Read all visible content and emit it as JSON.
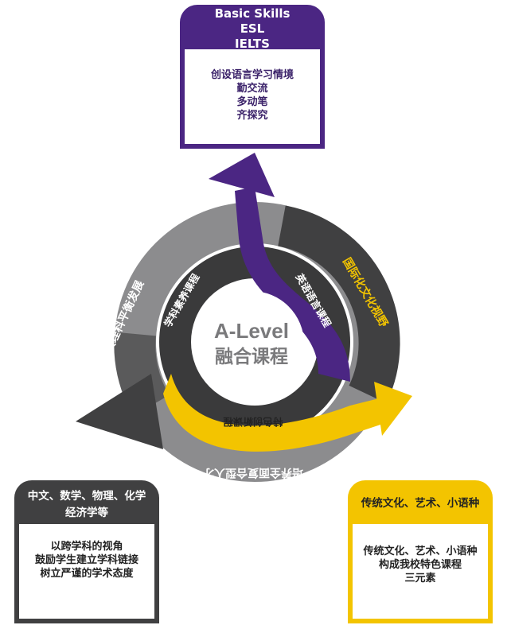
{
  "center": {
    "line1": "A-Level",
    "line2": "融合课程"
  },
  "top_box": {
    "header": [
      "Basic Skills",
      "ESL",
      "IELTS"
    ],
    "body": [
      "创设语言学习情境",
      "勤交流",
      "多动笔",
      "齐探究"
    ]
  },
  "left_box": {
    "header": [
      "中文、数学、物理、化学",
      "经济学等"
    ],
    "body": [
      "以跨学科的视角",
      "鼓励学生建立学科链接",
      "树立严谨的学术态度"
    ]
  },
  "right_box": {
    "header": [
      "传统文化、艺术、小语种"
    ],
    "body": [
      "传统文化、艺术、小语种",
      "构成我校特色课程",
      "三元素"
    ]
  },
  "ring_labels": {
    "outer_left": "文理科平衡发展",
    "outer_right": "国际化文化视野",
    "outer_bottom": "培养全面复合型人才",
    "inner_left": "学科素养课程",
    "inner_right": "英语语言课程",
    "inner_bottom": "特色创新课程"
  },
  "colors": {
    "purple": "#4b2683",
    "dark_gray": "#404041",
    "light_gray": "#8c8c8e",
    "yellow": "#f3c400",
    "center_text": "#7a7a7c"
  }
}
